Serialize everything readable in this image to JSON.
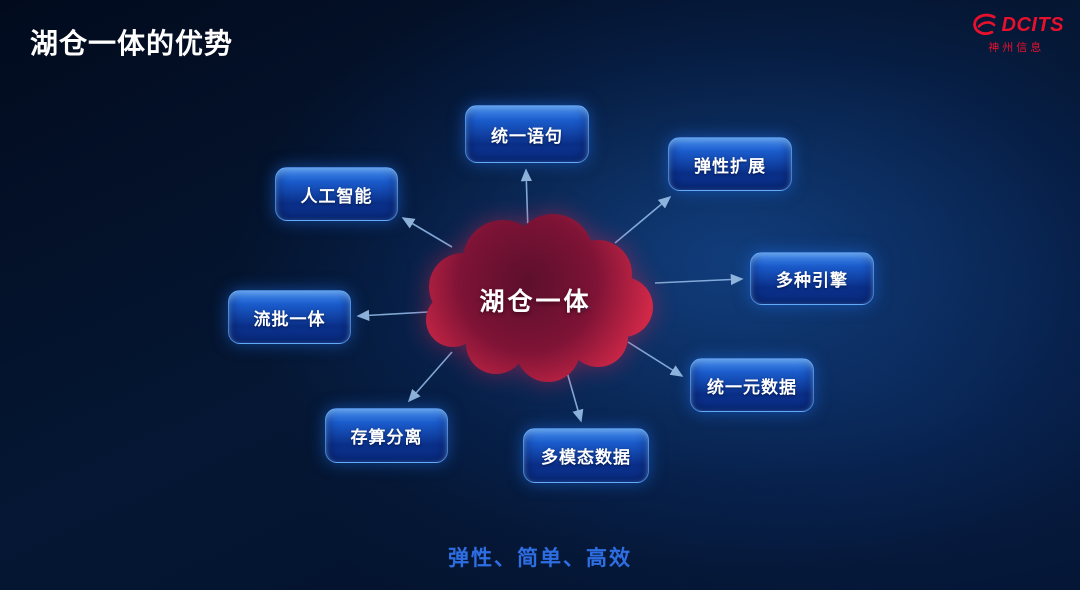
{
  "slide": {
    "title": "湖仓一体的优势",
    "footer": "弹性、简单、高效"
  },
  "logo": {
    "brand": "DCITS",
    "subtitle": "神州信息"
  },
  "diagram": {
    "center": {
      "label": "湖仓一体"
    },
    "nodes": [
      {
        "label": "统一语句"
      },
      {
        "label": "弹性扩展"
      },
      {
        "label": "人工智能"
      },
      {
        "label": "多种引擎"
      },
      {
        "label": "流批一体"
      },
      {
        "label": "统一元数据"
      },
      {
        "label": "存算分离"
      },
      {
        "label": "多模态数据"
      }
    ]
  },
  "colors": {
    "accent_red": "#e8112d",
    "cloud_red": "#c92546",
    "node_blue": "#1a5bcb",
    "footer_blue": "#2e6ee3",
    "background_navy": "#04122e"
  }
}
